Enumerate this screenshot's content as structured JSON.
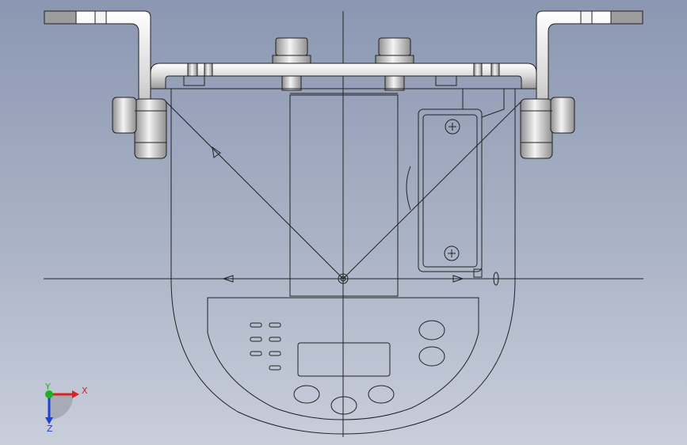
{
  "viewport": {
    "background_top": "#8b97b2",
    "background_bottom": "#c9cedb",
    "line_color": "#1a1a1a"
  },
  "triad": {
    "x_label": "X",
    "y_label": "Y",
    "z_label": "Z",
    "x_color": "#e02020",
    "y_color": "#20b020",
    "z_color": "#2040d0"
  }
}
